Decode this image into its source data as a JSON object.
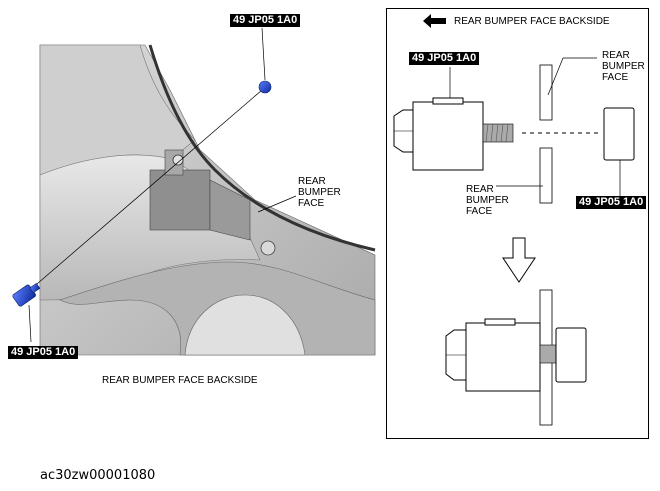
{
  "left_view": {
    "caption": "REAR BUMPER FACE BACKSIDE",
    "tool_tag_top": "49 JP05 1A0",
    "tool_tag_bottom": "49 JP05 1A0",
    "part_label_lines": [
      "REAR",
      "BUMPER",
      "FACE"
    ]
  },
  "right_panel": {
    "direction_label": "REAR BUMPER FACE BACKSIDE",
    "tool_tag_left": "49 JP05 1A0",
    "tool_tag_right": "49 JP05 1A0",
    "upper_label_lines": [
      "REAR",
      "BUMPER",
      "FACE"
    ],
    "lower_label_lines": [
      "REAR",
      "BUMPER",
      "FACE"
    ]
  },
  "figure_code": "ac30zw00001080",
  "colors": {
    "tool_blue": "#1f3fbf",
    "panel_grey": "#c9c9c9",
    "tag_bg": "#000000"
  },
  "icons": [
    "arrow-left-icon",
    "arrow-down-icon"
  ]
}
